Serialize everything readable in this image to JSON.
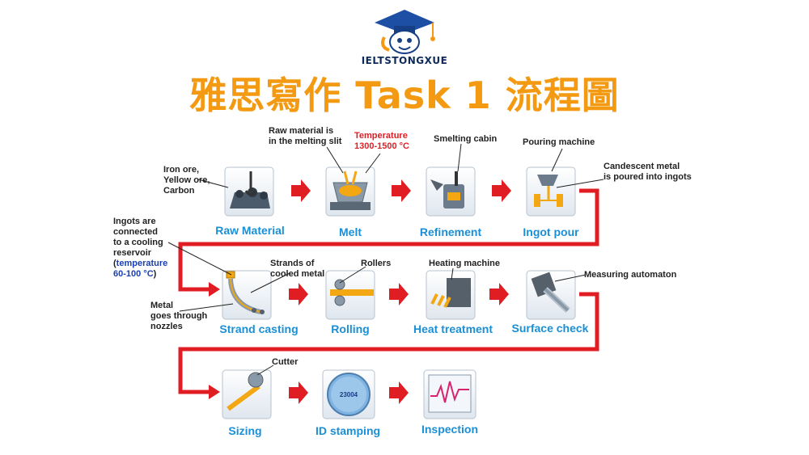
{
  "brand": {
    "name": "IELTSTONGXUE"
  },
  "title": "雅思寫作 Task 1 流程圖",
  "colors": {
    "accent": "#f39a12",
    "arrow": "#e11d24",
    "step_label": "#1a8fd6",
    "temperature": "#e11d24",
    "note_temperature": "#1a3fb0"
  },
  "steps": [
    {
      "label": "Raw Material",
      "icon": "ore-pile-icon"
    },
    {
      "label": "Melt",
      "icon": "melting-pot-icon"
    },
    {
      "label": "Refinement",
      "icon": "smelting-cabin-icon"
    },
    {
      "label": "Ingot pour",
      "icon": "pouring-machine-icon"
    },
    {
      "label": "Strand casting",
      "icon": "strand-casting-icon"
    },
    {
      "label": "Rolling",
      "icon": "rollers-icon"
    },
    {
      "label": "Heat treatment",
      "icon": "heating-machine-icon"
    },
    {
      "label": "Surface check",
      "icon": "measuring-automaton-icon"
    },
    {
      "label": "Sizing",
      "icon": "cutter-icon"
    },
    {
      "label": "ID stamping",
      "icon": "id-stamp-icon",
      "stamp_text": "23004"
    },
    {
      "label": "Inspection",
      "icon": "waveform-monitor-icon"
    }
  ],
  "notes": {
    "raw_material_inputs": [
      "Iron ore,",
      "Yellow ore,",
      "Carbon"
    ],
    "melting_slit": [
      "Raw material is",
      "in the melting slit"
    ],
    "melt_temperature": [
      "Temperature",
      "1300-1500 °C"
    ],
    "smelting_cabin": "Smelting cabin",
    "pouring_machine": "Pouring machine",
    "candescent": [
      "Candescent metal",
      "is poured into ingots"
    ],
    "ingots_connected": [
      "Ingots are",
      "connected",
      "to a cooling",
      "reservoir"
    ],
    "cooling_temperature": [
      "(temperature",
      "60-100 °C)"
    ],
    "strands": [
      "Strands of",
      "cooled metal"
    ],
    "rollers": "Rollers",
    "heating_machine": "Heating machine",
    "measuring_automaton": "Measuring automaton",
    "nozzles": [
      "Metal",
      "goes through",
      "nozzles"
    ],
    "cutter": "Cutter"
  }
}
